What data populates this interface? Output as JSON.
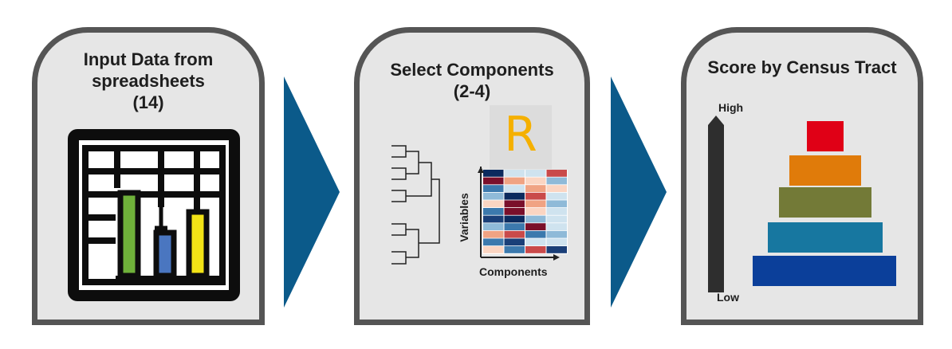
{
  "panels": [
    {
      "title_lines": [
        "Input Data from",
        "spreadsheets",
        "(14)"
      ]
    },
    {
      "title_lines": [
        "Select Components",
        "(2-4)"
      ],
      "r_letter": "R",
      "ylabel": "Variables",
      "xlabel": "Components"
    },
    {
      "title_lines": [
        "Score by Census Tract"
      ],
      "high_label": "High",
      "low_label": "Low"
    }
  ],
  "colors": {
    "panel_fill": "#e6e6e6",
    "panel_border": "#555555",
    "arrow": "#0b5a8a",
    "pyramid": [
      "#e00016",
      "#e07b0a",
      "#737a37",
      "#1777a0",
      "#0b3f9a"
    ],
    "bars": [
      "#6fb13a",
      "#4a76c0",
      "#f2e316"
    ],
    "r_logo": "#f5b000"
  },
  "icons": [
    "spreadsheet-chart-icon",
    "dendrogram-icon",
    "r-logo-icon",
    "heatmap-icon",
    "vertical-scale-arrow-icon"
  ]
}
